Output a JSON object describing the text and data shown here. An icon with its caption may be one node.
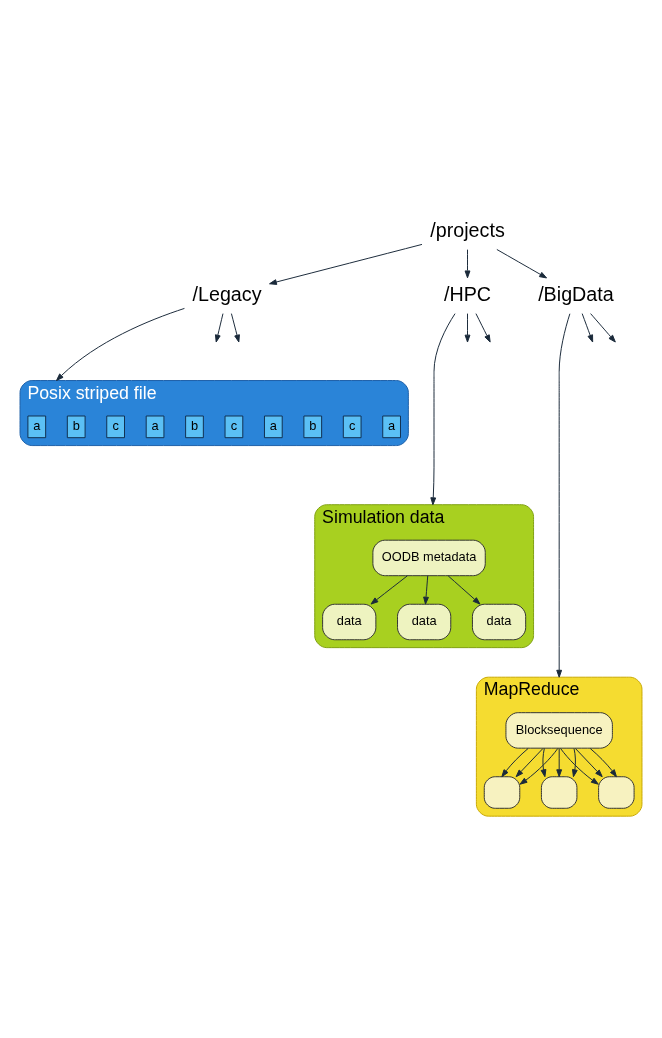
{
  "diagram": {
    "nodes": [
      {
        "text": [
          "/projects"
        ]
      },
      {
        "text": [
          "/Legacy"
        ]
      },
      {
        "text": [
          "/HPC"
        ]
      },
      {
        "text": [
          "/BigData"
        ]
      },
      {
        "text": [
          "Posix striped file"
        ]
      },
      {
        "text": [
          "a"
        ],
        "in": 4
      },
      {
        "text": [
          "b"
        ],
        "in": 4
      },
      {
        "text": [
          "c"
        ],
        "in": 4
      },
      {
        "text": [
          "a"
        ],
        "in": 4
      },
      {
        "text": [
          "b"
        ],
        "in": 4
      },
      {
        "text": [
          "c"
        ],
        "in": 4
      },
      {
        "text": [
          "a"
        ],
        "in": 4
      },
      {
        "text": [
          "b"
        ],
        "in": 4
      },
      {
        "text": [
          "c"
        ],
        "in": 4
      },
      {
        "text": [
          "a"
        ],
        "in": 4
      },
      {
        "text": [
          "Simulation data"
        ]
      },
      {
        "text": [
          "OODB metadata"
        ],
        "in": 15
      },
      {
        "text": [
          "data"
        ],
        "in": 15
      },
      {
        "text": [
          "data"
        ],
        "in": 15
      },
      {
        "text": [
          "data"
        ],
        "in": 15
      },
      {
        "text": [
          "MapReduce"
        ]
      },
      {
        "text": [
          "Blocksequence"
        ],
        "in": 20
      },
      {
        "text": [],
        "shape": "box",
        "in": 20
      },
      {
        "text": [],
        "shape": "box",
        "in": 20
      },
      {
        "text": [],
        "shape": "box",
        "in": 20
      }
    ],
    "edges": [
      {
        "from": 0,
        "to": 1,
        "arrow": "to"
      },
      {
        "from": 0,
        "to": 2,
        "arrow": "to"
      },
      {
        "from": 0,
        "to": 3,
        "arrow": "to"
      },
      {
        "from": 1,
        "to": null,
        "arrow": "to"
      },
      {
        "from": 1,
        "to": 4,
        "arrow": "to"
      },
      {
        "from": 1,
        "to": null,
        "arrow": "to"
      },
      {
        "from": 2,
        "to": null,
        "arrow": "to"
      },
      {
        "from": 2,
        "to": 15,
        "arrow": "to"
      },
      {
        "from": 2,
        "to": null,
        "arrow": "to"
      },
      {
        "from": 3,
        "to": null,
        "arrow": "to"
      },
      {
        "from": 3,
        "to": 20,
        "arrow": "to"
      },
      {
        "from": 3,
        "to": null,
        "arrow": "to"
      },
      {
        "from": 16,
        "to": 17,
        "arrow": "to"
      },
      {
        "from": 16,
        "to": 18,
        "arrow": "to"
      },
      {
        "from": 16,
        "to": 19,
        "arrow": "to"
      },
      {
        "from": 21,
        "to": 22,
        "arrow": "to"
      },
      {
        "from": 21,
        "to": 22,
        "arrow": "to"
      },
      {
        "from": 21,
        "to": 22,
        "arrow": "to"
      },
      {
        "from": 21,
        "to": 23,
        "arrow": "to"
      },
      {
        "from": 21,
        "to": 23,
        "arrow": "to"
      },
      {
        "from": 21,
        "to": 23,
        "arrow": "to"
      },
      {
        "from": 21,
        "to": 24,
        "arrow": "to"
      },
      {
        "from": 21,
        "to": 24,
        "arrow": "to"
      },
      {
        "from": 21,
        "to": 24,
        "arrow": "to"
      }
    ]
  }
}
